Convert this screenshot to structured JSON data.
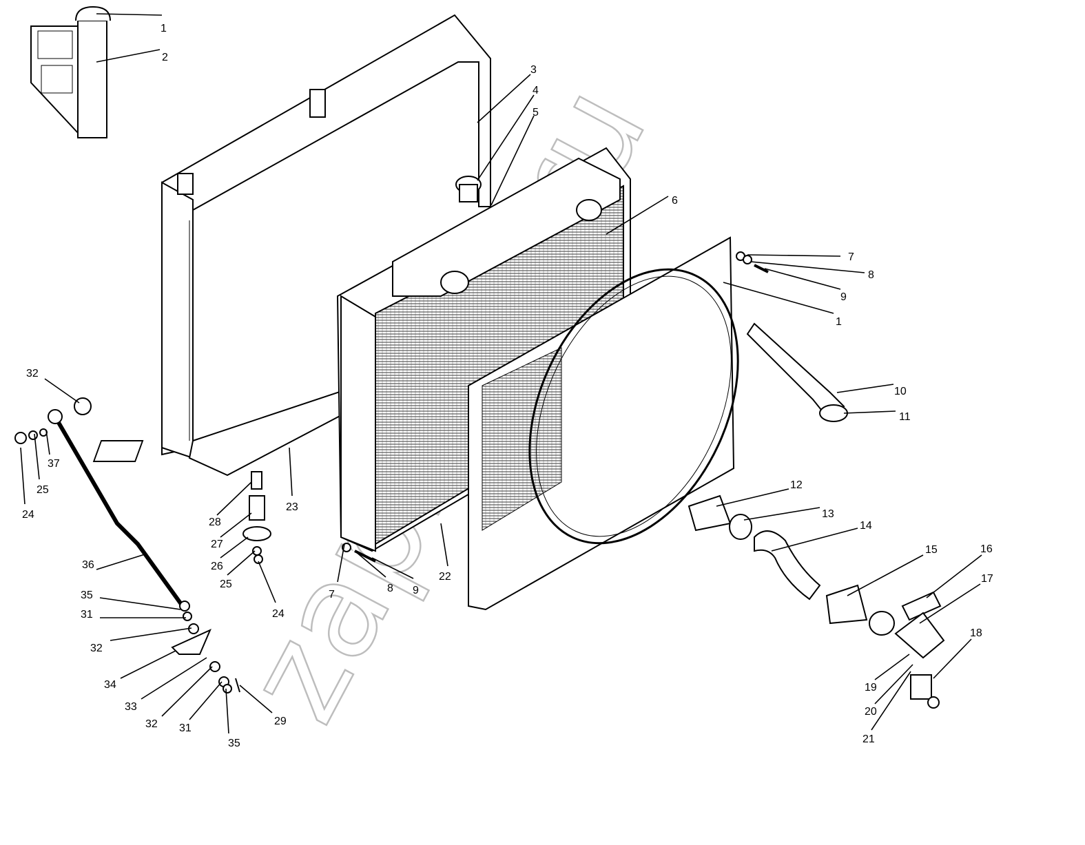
{
  "diagram": {
    "title": "Radiator assembly exploded view",
    "watermark": "zapkam.ru",
    "labels": [
      "1",
      "2",
      "3",
      "4",
      "5",
      "6",
      "7",
      "8",
      "9",
      "1",
      "10",
      "11",
      "12",
      "13",
      "14",
      "15",
      "16",
      "17",
      "18",
      "19",
      "20",
      "21",
      "22",
      "23",
      "24",
      "25",
      "26",
      "27",
      "28",
      "7",
      "8",
      "9",
      "32",
      "37",
      "25",
      "24",
      "36",
      "35",
      "31",
      "32",
      "34",
      "33",
      "32",
      "31",
      "35",
      "29"
    ]
  }
}
